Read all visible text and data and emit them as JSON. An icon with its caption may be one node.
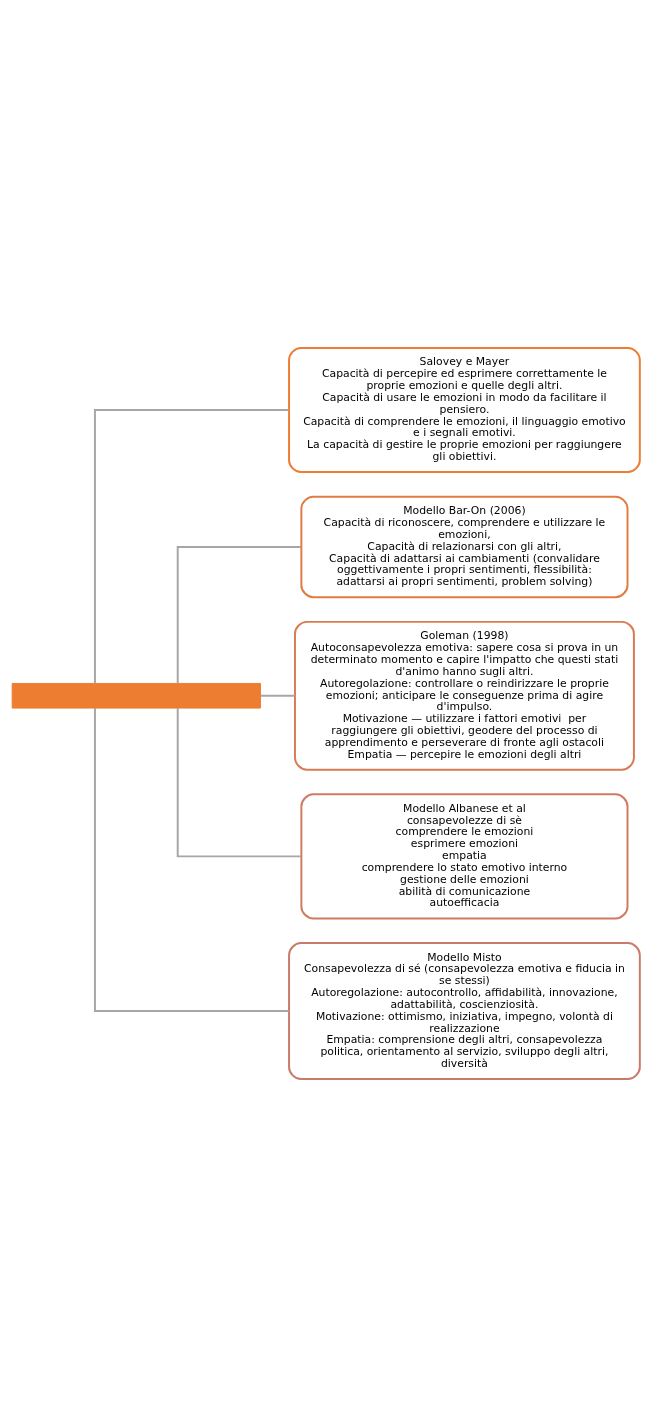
{
  "diagram": {
    "nodes": [
      {
        "text": [],
        "shape": "bar"
      },
      {
        "text": [
          "Salovey e Mayer",
          "Capacità di percepire ed esprimere correttamente le proprie emozioni e quelle degli altri.",
          "Capacità di usare le emozioni in modo da facilitare il pensiero.",
          "Capacità di comprendere le emozioni, il linguaggio emotivo e i segnali emotivi.",
          "La capacità di gestire le proprie emozioni per raggiungere gli obiettivi."
        ]
      },
      {
        "text": [
          "Modello Bar-On (2006)",
          "Capacità di riconoscere, comprendere e utilizzare le emozioni,",
          "Capacità di relazionarsi con gli altri,",
          "Capacità di adattarsi ai cambiamenti (convalidare oggettivamente i propri sentimenti, flessibilità: adattarsi ai propri sentimenti, problem solving)"
        ]
      },
      {
        "text": [
          "Goleman (1998)",
          "Autoconsapevolezza emotiva: sapere cosa si prova in un determinato momento e capire l'impatto che questi stati d'animo hanno sugli altri.",
          "Autoregolazione: controllare o reindirizzare le proprie emozioni; anticipare le conseguenze prima di agire d'impulso.",
          "Motivazione — utilizzare i fattori emotivi  per raggiungere gli obiettivi, geodere del processo di apprendimento e perseverare di fronte agli ostacoli",
          "Empatia — percepire le emozioni degli altri"
        ]
      },
      {
        "text": [
          "Modello Albanese et al",
          "consapevolezze di sè",
          "comprendere le emozioni",
          "esprimere emozioni",
          "empatia",
          "comprendere lo stato emotivo interno",
          "gestione delle emozioni",
          "abilità di comunicazione",
          "autoefficacia"
        ]
      },
      {
        "text": [
          "Modello Misto",
          "Consapevolezza di sé (consapevolezza emotiva e fiducia in se stessi)",
          "Autoregolazione: autocontrollo, affidabilità, innovazione, adattabilità, coscienziosità.",
          "Motivazione: ottimismo, iniziativa, impegno, volontà di realizzazione",
          "Empatia: comprensione degli altri, consapevolezza politica, orientamento al servizio, sviluppo degli altri, diversità"
        ]
      }
    ],
    "edges": [
      {
        "from": 0,
        "to": 1,
        "arrow": "none"
      },
      {
        "from": 0,
        "to": 2,
        "arrow": "none"
      },
      {
        "from": 0,
        "to": 3,
        "arrow": "none"
      },
      {
        "from": 0,
        "to": 4,
        "arrow": "none"
      },
      {
        "from": 0,
        "to": 5,
        "arrow": "none"
      }
    ]
  }
}
